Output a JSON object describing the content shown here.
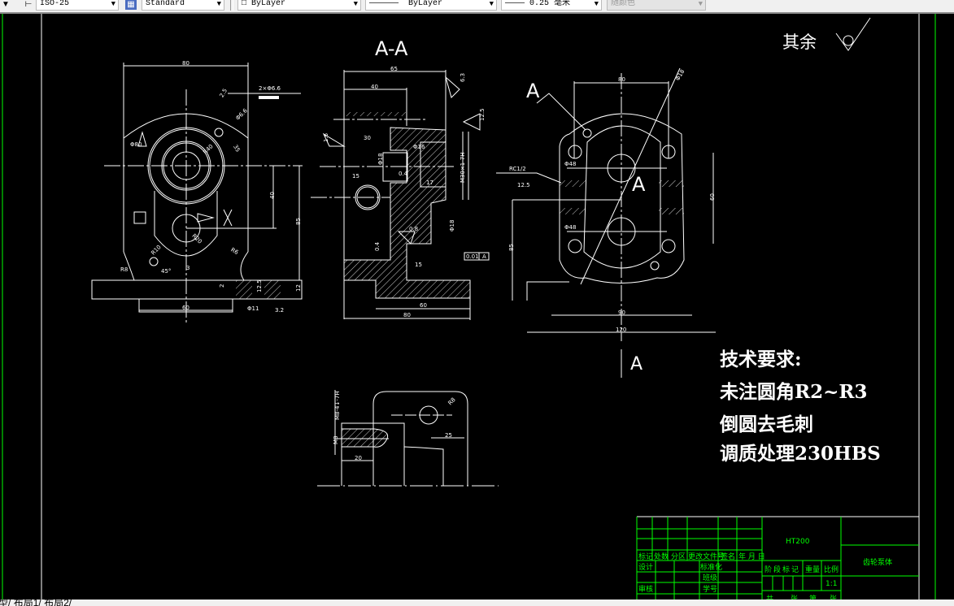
{
  "toolbar": {
    "dimstyle": "ISO-25",
    "textstyle": "Standard",
    "layer": "ByLayer",
    "linetype": "ByLayer",
    "lineweight": "0.25 毫米",
    "color": "随颜色",
    "icons": [
      "dropdown-arrow-icon",
      "dimension-style-icon",
      "table-style-icon"
    ]
  },
  "drawing": {
    "section_title": "A-A",
    "roughness_note": "其余",
    "section_marks": [
      "A",
      "A",
      "A"
    ],
    "front_view_dims": [
      "80",
      "2×Φ6.6",
      "2.5",
      "Φ6.6",
      "Φ80",
      "R40",
      "35",
      "40",
      "85",
      "R20",
      "R10",
      "R6",
      "R8",
      "45°",
      "3",
      "2",
      "60",
      "12",
      "Φ11",
      "3.2",
      "12.5"
    ],
    "section_view_dims": [
      "65",
      "40",
      "30",
      "15",
      "1.6",
      "6.3",
      "12.5",
      "Φ18",
      "0.4",
      "17",
      "Φ16",
      "M30×1-7H",
      "0.4",
      "0.8",
      "Φ18",
      "15",
      "60",
      "80"
    ],
    "tolerance_frame": [
      "0.01",
      "A"
    ],
    "side_view_dims": [
      "80",
      "Φ18",
      "RC1/2",
      "12.5",
      "Φ48",
      "Φ48",
      "60",
      "85",
      "90",
      "120"
    ],
    "detail_dims": [
      "M8-4↓-7H",
      "M8",
      "20",
      "25",
      "R8"
    ],
    "requirements": {
      "title": "技术要求:",
      "items": [
        "未注圆角R2~R3",
        "倒圆去毛刺",
        "调质处理230HBS"
      ]
    }
  },
  "title_block": {
    "material": "HT200",
    "part_name": "齿轮泵体",
    "header": [
      "标记",
      "处数",
      "分区",
      "更改文件号",
      "签名",
      "年 月 日"
    ],
    "rows": [
      "设计",
      "标准化",
      "班级",
      "审核",
      "学号"
    ],
    "stage_labels": [
      "阶段标记",
      "重量",
      "比例"
    ],
    "scale": "1:1",
    "sheets": [
      "共",
      "张",
      "第",
      "张"
    ]
  },
  "tabs": [
    "模型",
    "布局1",
    "布局2"
  ],
  "colors": {
    "background": "#000000",
    "lines": "#ffffff",
    "title_block": "#00ff00"
  }
}
